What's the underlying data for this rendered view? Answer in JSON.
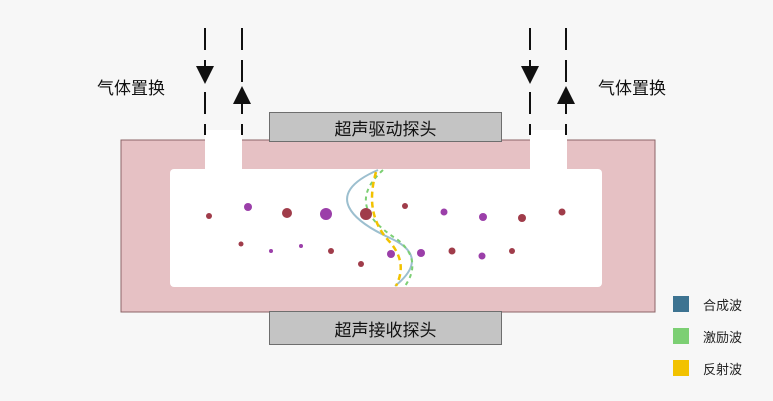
{
  "labels": {
    "gas_left": "气体置换",
    "gas_right": "气体置换",
    "drive_probe": "超声驱动探头",
    "receive_probe": "超声接收探头"
  },
  "legend": [
    {
      "label": "合成波",
      "color": "#3d7391"
    },
    {
      "label": "激励波",
      "color": "#7ccf73"
    },
    {
      "label": "反射波",
      "color": "#f2c200"
    }
  ],
  "colors": {
    "chamber": "#e6c1c4",
    "chamber_border": "#8c6467",
    "probe": "#c4c4c4",
    "particle_red": "#a03c4a",
    "particle_purple": "#9b3fa9"
  }
}
